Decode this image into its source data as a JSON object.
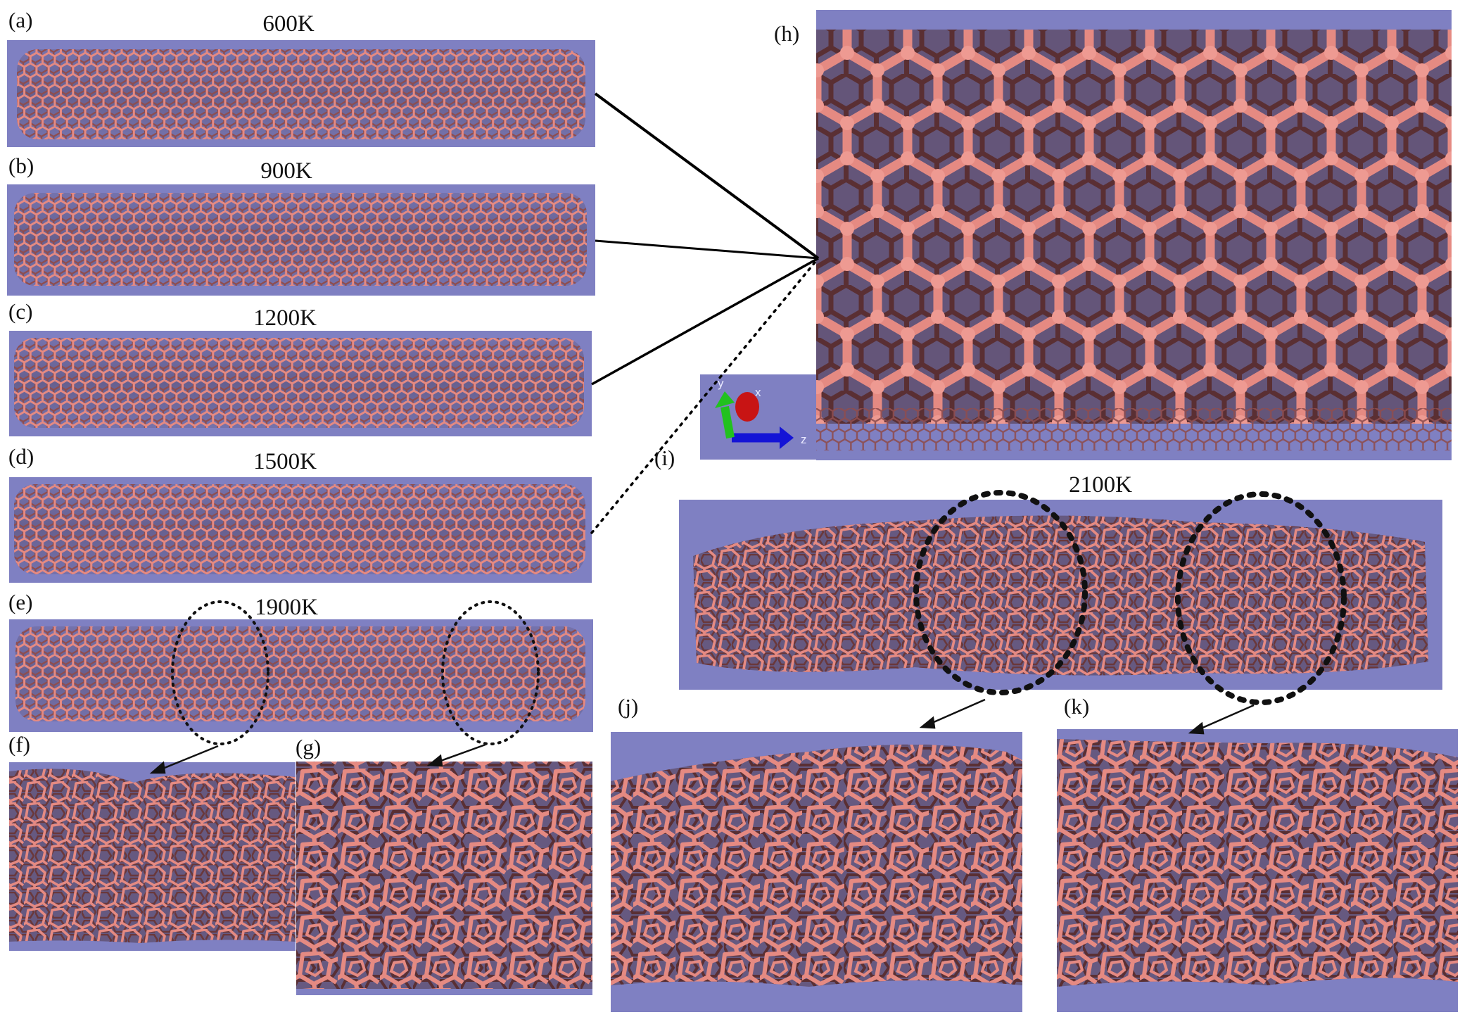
{
  "panels": [
    {
      "id": "a",
      "label": "(a)",
      "temperature": "600K"
    },
    {
      "id": "b",
      "label": "(b)",
      "temperature": "900K"
    },
    {
      "id": "c",
      "label": "(c)",
      "temperature": "1200K"
    },
    {
      "id": "d",
      "label": "(d)",
      "temperature": "1500K"
    },
    {
      "id": "e",
      "label": "(e)",
      "temperature": "1900K"
    },
    {
      "id": "f",
      "label": "(f)"
    },
    {
      "id": "g",
      "label": "(g)"
    },
    {
      "id": "h",
      "label": "(h)"
    },
    {
      "id": "i",
      "label": "(i)",
      "temperature": "2100K"
    },
    {
      "id": "j",
      "label": "(j)"
    },
    {
      "id": "k",
      "label": "(k)"
    }
  ],
  "axes_gizmo": {
    "x": "x",
    "y": "y",
    "z": "z"
  },
  "colors": {
    "background": "#7F80C2",
    "atoms": "#E58A82",
    "bond_shadow": "#5A2F33",
    "axis_x": "#C81414",
    "axis_y": "#22C11E",
    "axis_z": "#1414D6"
  }
}
